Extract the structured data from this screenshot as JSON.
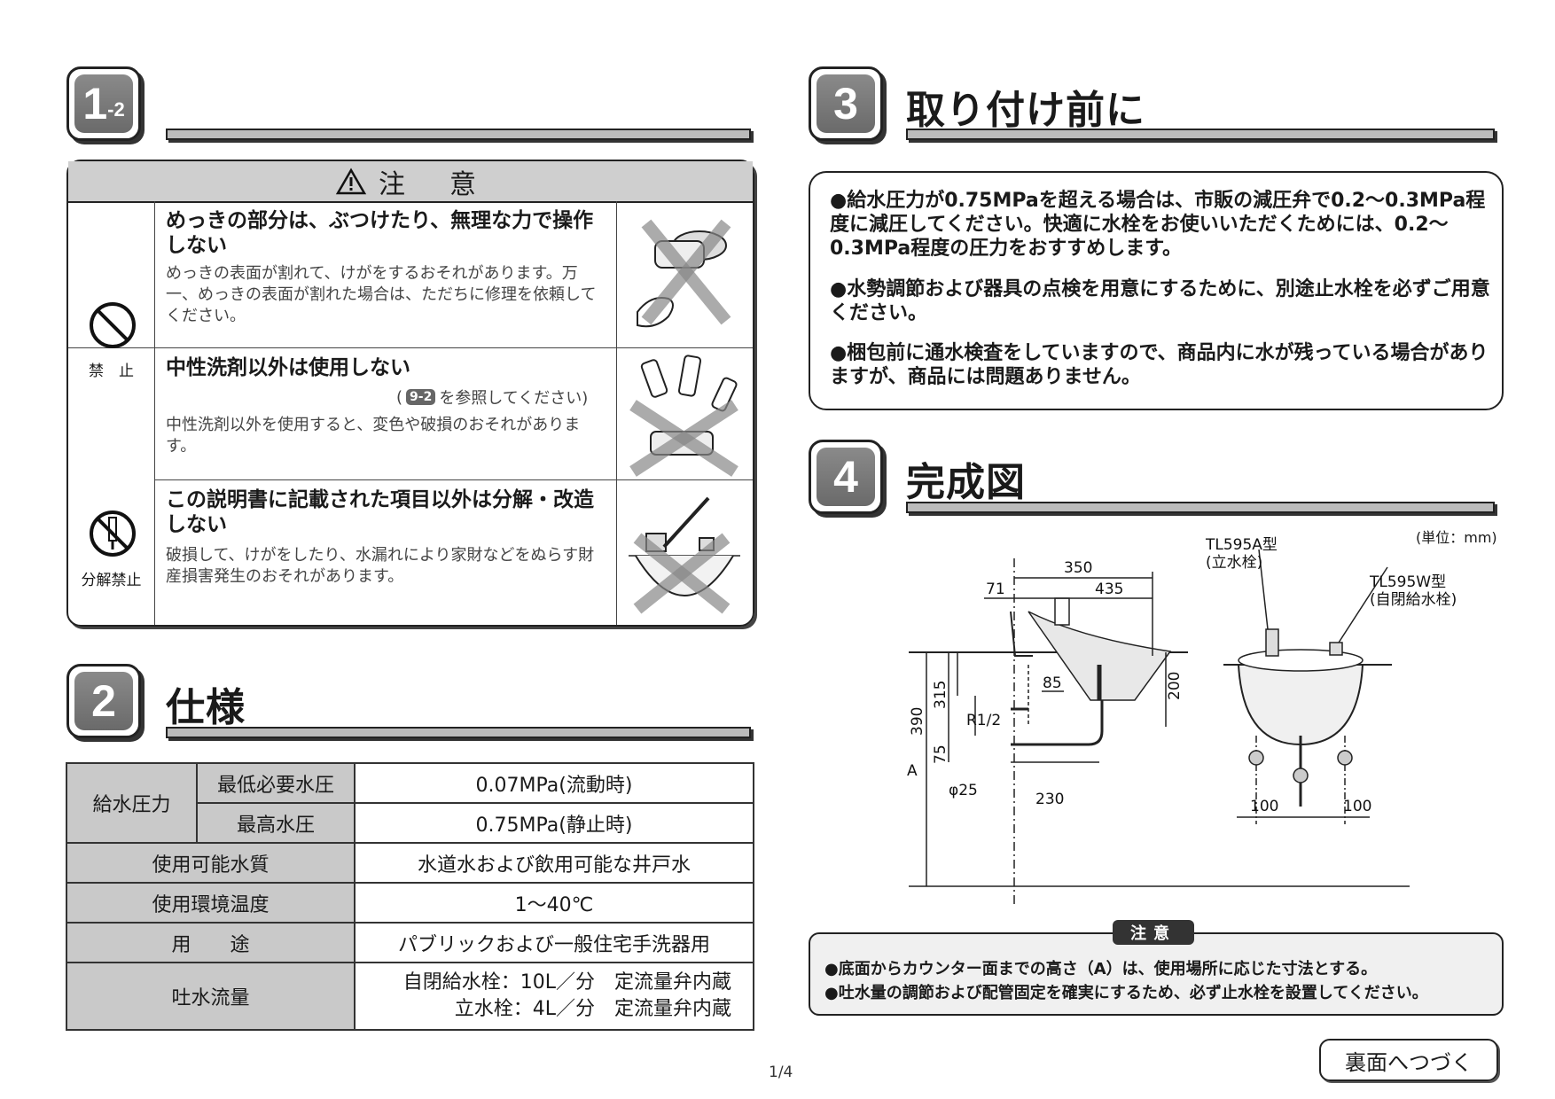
{
  "section_1": {
    "badge_main": "1",
    "badge_sub": "-2"
  },
  "caution": {
    "title": "注　意",
    "rows": [
      {
        "heading": "めっきの部分は、ぶつけたり、無理な力で操作しない",
        "text": "めっきの表面が割れて、けがをするおそれがあります。万一、めっきの表面が割れた場合は、ただちに修理を依頼してください。"
      },
      {
        "heading": "中性洗剤以外は使用しない",
        "ref_badge": "9-2",
        "ref_text": "を参照してください)",
        "ref_open": "(",
        "text": "中性洗剤以外を使用すると、変色や破損のおそれがあります。"
      },
      {
        "heading": "この説明書に記載された項目以外は分解・改造しない",
        "text": "破損して、けがをしたり、水漏れにより家財などをぬらす財産損害発生のおそれがあります。"
      }
    ],
    "symbol_labels": [
      "禁　止",
      "分解禁止"
    ]
  },
  "section_2": {
    "badge": "2",
    "title": "仕様"
  },
  "spec": {
    "pressure_group": "給水圧力",
    "min_label": "最低必要水圧",
    "min_value": "0.07MPa(流動時)",
    "max_label": "最高水圧",
    "max_value": "0.75MPa(静止時)",
    "quality_label": "使用可能水質",
    "quality_value": "水道水および飲用可能な井戸水",
    "temp_label": "使用環境温度",
    "temp_value": "1～40℃",
    "use_label": "用　　途",
    "use_value": "パブリックおよび一般住宅手洗器用",
    "flow_label": "吐水流量",
    "flow_value_1": "自閉給水栓：10L／分　定流量弁内蔵",
    "flow_value_2": "立水栓：4L／分　定流量弁内蔵"
  },
  "section_3": {
    "badge": "3",
    "title": "取り付け前に",
    "notes": [
      "●給水圧力が0.75MPaを超える場合は、市販の減圧弁で0.2～0.3MPa程度に減圧してください。快適に水栓をお使いいただくためには、0.2～0.3MPa程度の圧力をおすすめします。",
      "●水勢調節および器具の点検を用意にするために、別途止水栓を必ずご用意ください。",
      "●梱包前に通水検査をしていますので、商品内に水が残っている場合がありますが、商品には問題ありません。"
    ]
  },
  "section_4": {
    "badge": "4",
    "title": "完成図"
  },
  "drawing": {
    "unit": "(単位：mm)",
    "dims": {
      "d350": "350",
      "d71": "71",
      "d435": "435",
      "d200": "200",
      "d390": "390",
      "d315": "315",
      "d85": "85",
      "r12": "R1/2",
      "d75": "75",
      "dA": "A",
      "phi25": "φ25",
      "d230": "230",
      "d100a": "100",
      "d100b": "100"
    },
    "model_a": "TL595A型",
    "model_a_desc": "(立水栓)",
    "model_w": "TL595W型",
    "model_w_desc": "(自閉給水栓)"
  },
  "warning": {
    "tag": "注意",
    "lines": [
      "●底面からカウンター面までの高さ（A）は、使用場所に応じた寸法とする。",
      "●吐水量の調節および配管固定を確実にするため、必ず止水栓を設置してください。"
    ]
  },
  "continue_label": "裏面へつづく",
  "page_number": "1/4"
}
